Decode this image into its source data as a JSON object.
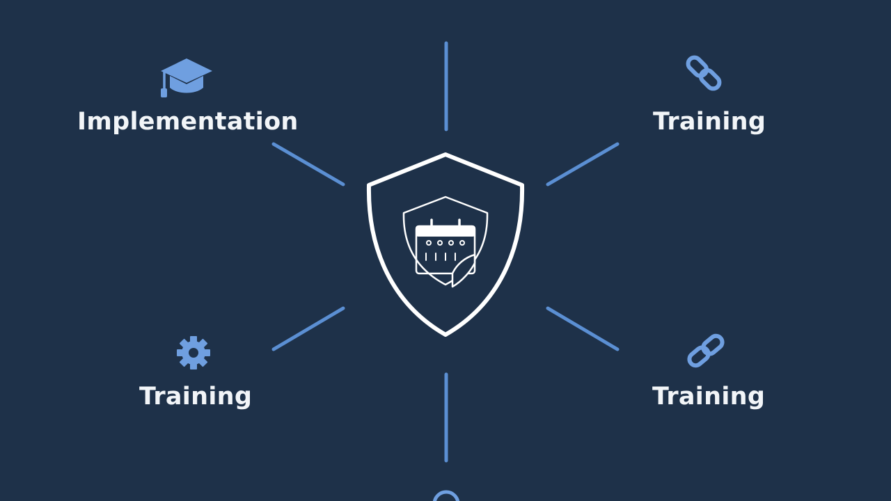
{
  "nodes": {
    "top_left": {
      "label": "Implementation",
      "icon": "graduation-cap-icon"
    },
    "top_right": {
      "label": "Training",
      "icon": "chain-link-icon"
    },
    "bottom_left": {
      "label": "Training",
      "icon": "gear-icon"
    },
    "bottom_right": {
      "label": "Training",
      "icon": "chain-link-icon"
    },
    "bottom": {
      "label": "",
      "icon": "circle-icon"
    }
  },
  "center": {
    "icon": "shield-calendar-icon"
  },
  "colors": {
    "background": "#1e3149",
    "accent": "#5b8fd3",
    "icon": "#6f9fe0",
    "text": "#f2f5f8",
    "shield": "#ffffff"
  }
}
